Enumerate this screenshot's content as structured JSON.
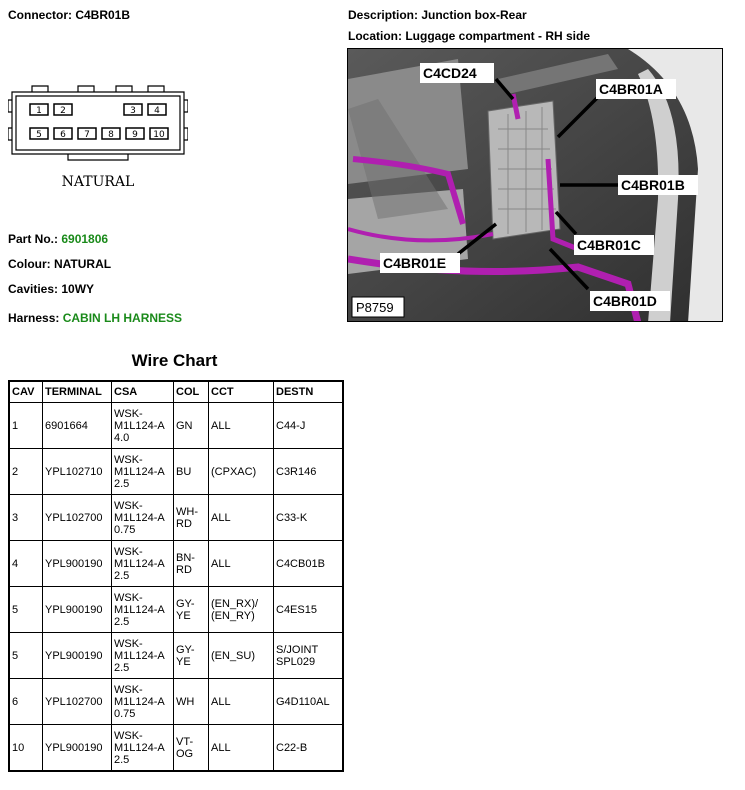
{
  "connector": "Connector: C4BR01B",
  "description": "Description: Junction box-Rear",
  "location": "Location: Luggage compartment - RH side",
  "diagram": {
    "pins": [
      "1",
      "2",
      "3",
      "4",
      "5",
      "6",
      "7",
      "8",
      "9",
      "10"
    ],
    "caption": "NATURAL"
  },
  "part_no": {
    "label": "Part No.: ",
    "value": "6901806"
  },
  "colour": "Colour: NATURAL",
  "cavities": "Cavities: 10WY",
  "harness": {
    "label": "Harness: ",
    "value": "CABIN LH HARNESS"
  },
  "photo": {
    "callouts": [
      "C4CD24",
      "C4BR01A",
      "C4BR01B",
      "C4BR01C",
      "C4BR01E",
      "C4BR01D"
    ],
    "ref": "P8759"
  },
  "colors": {
    "green_text": "#1a8a1a",
    "harness_purple": "#b01fb0",
    "housing_grey": "#9a9a9a"
  },
  "wire_chart": {
    "title": "Wire Chart",
    "headers": [
      "CAV",
      "TERMINAL",
      "CSA",
      "COL",
      "CCT",
      "DESTN"
    ],
    "rows": [
      {
        "cav": "1",
        "terminal": "6901664",
        "csa": "WSK-M1L124-A 4.0",
        "col": "GN",
        "cct": "ALL",
        "destn": "C44-J"
      },
      {
        "cav": "2",
        "terminal": "YPL102710",
        "csa": "WSK-M1L124-A 2.5",
        "col": "BU",
        "cct": "(CPXAC)",
        "destn": "C3R146"
      },
      {
        "cav": "3",
        "terminal": "YPL102700",
        "csa": "WSK-M1L124-A 0.75",
        "col": "WH-RD",
        "cct": "ALL",
        "destn": "C33-K"
      },
      {
        "cav": "4",
        "terminal": "YPL900190",
        "csa": "WSK-M1L124-A 2.5",
        "col": "BN-RD",
        "cct": "ALL",
        "destn": "C4CB01B"
      },
      {
        "cav": "5",
        "terminal": "YPL900190",
        "csa": "WSK-M1L124-A 2.5",
        "col": "GY-YE",
        "cct": "(EN_RX)/ (EN_RY)",
        "destn": "C4ES15"
      },
      {
        "cav": "5",
        "terminal": "YPL900190",
        "csa": "WSK-M1L124-A 2.5",
        "col": "GY-YE",
        "cct": "(EN_SU)",
        "destn": "S/JOINT SPL029"
      },
      {
        "cav": "6",
        "terminal": "YPL102700",
        "csa": "WSK-M1L124-A 0.75",
        "col": "WH",
        "cct": "ALL",
        "destn": "G4D110AL"
      },
      {
        "cav": "10",
        "terminal": "YPL900190",
        "csa": "WSK-M1L124-A 2.5",
        "col": "VT-OG",
        "cct": "ALL",
        "destn": "C22-B"
      }
    ]
  }
}
